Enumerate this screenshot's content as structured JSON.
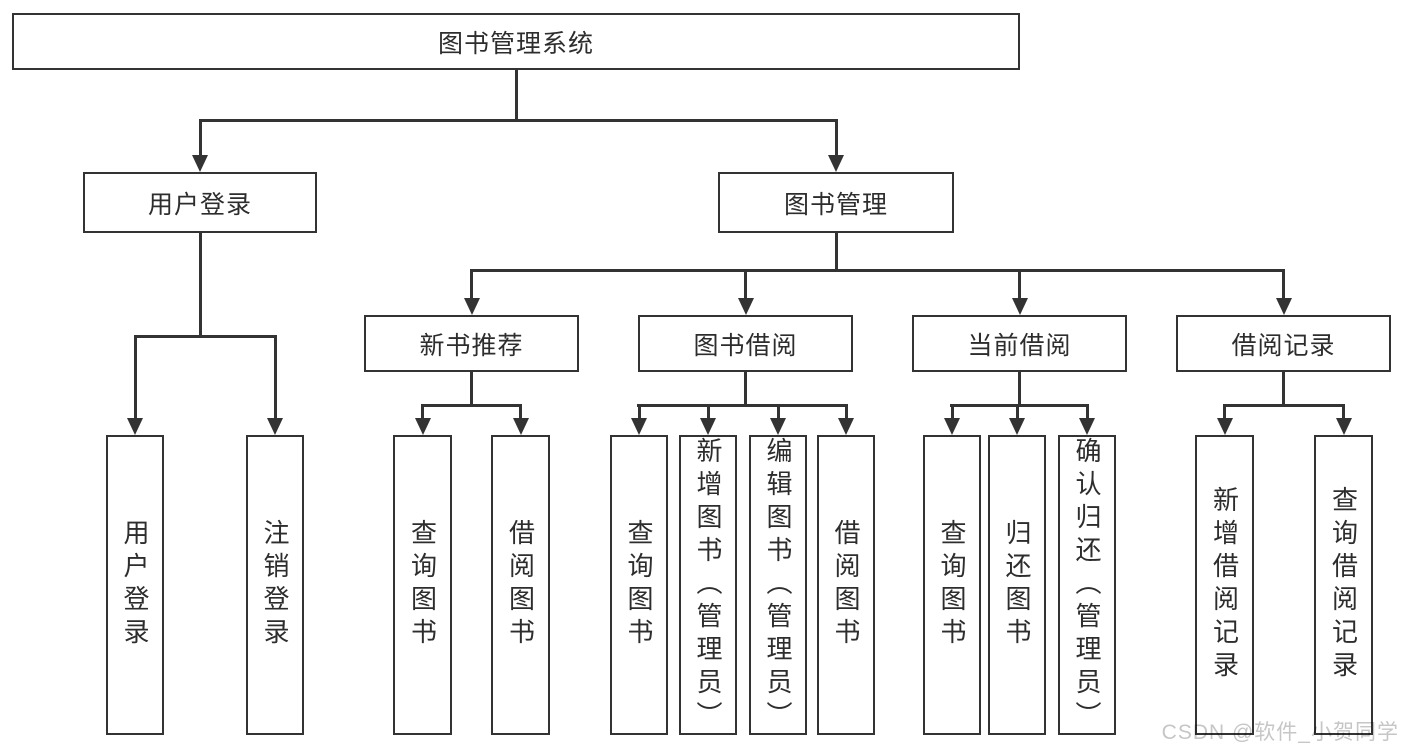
{
  "diagram": {
    "title": "图书管理系统",
    "level2": [
      "用户登录",
      "图书管理"
    ],
    "level3": [
      "新书推荐",
      "图书借阅",
      "当前借阅",
      "借阅记录"
    ],
    "leaves_user_login": [
      "用户登录",
      "注销登录"
    ],
    "leaves_new_book": [
      "查询图书",
      "借阅图书"
    ],
    "leaves_book_borrow": [
      "查询图书",
      "新增图书（管理员）",
      "编辑图书（管理员）",
      "借阅图书"
    ],
    "leaves_current_borrow": [
      "查询图书",
      "归还图书",
      "确认归还（管理员）"
    ],
    "leaves_borrow_records": [
      "新增借阅记录",
      "查询借阅记录"
    ]
  },
  "watermark": {
    "text": "CSDN @软件_小贺同学"
  },
  "colors": {
    "line": "#333333",
    "text": "#2d2d2d",
    "watermark": "#c6c6c6",
    "background": "#ffffff"
  }
}
